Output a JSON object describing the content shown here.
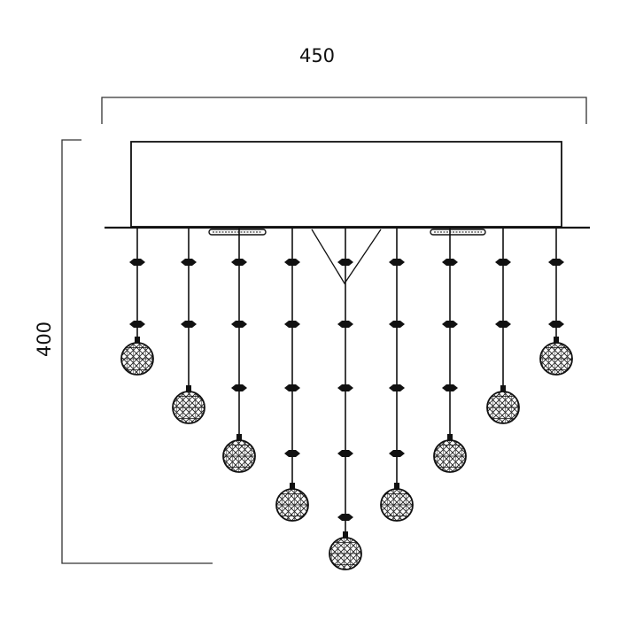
{
  "drawing": {
    "width_label": "450",
    "height_label": "400"
  },
  "fixture": {
    "pendant_count": 9,
    "ball_count": 9,
    "center_pendant_index": 4
  },
  "colors": {
    "line": "#111111",
    "dimension_line": "#333333",
    "background": "#ffffff"
  }
}
